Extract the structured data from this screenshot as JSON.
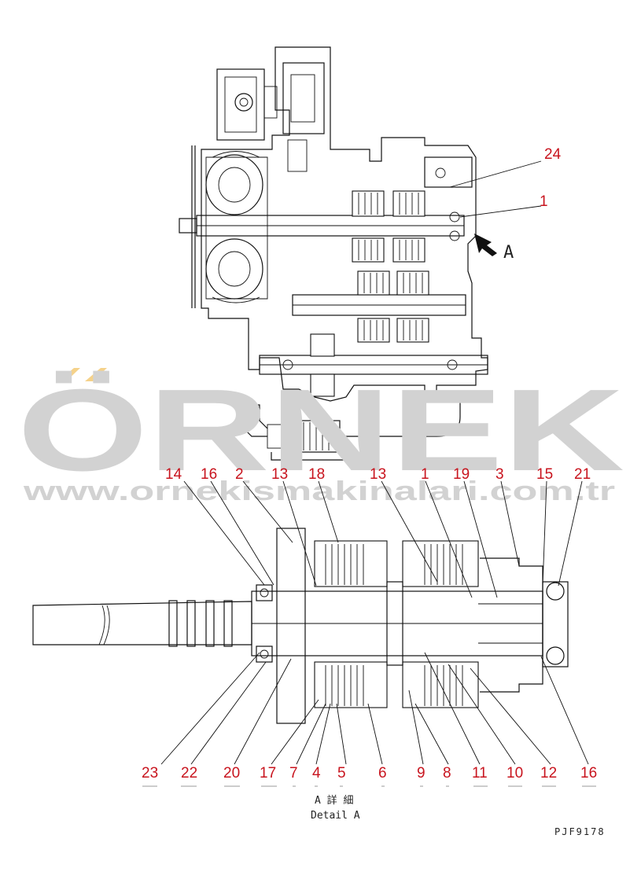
{
  "watermark": {
    "brand": "ÖRNEK",
    "url": "www.ornekismakinalari.com.tr",
    "color": "#d4d4d4",
    "accent": "#f5d28a"
  },
  "top_view": {
    "view_marker": "A",
    "callouts": [
      "24",
      "1"
    ]
  },
  "detail_a": {
    "top_callouts": [
      "14",
      "16",
      "2",
      "13",
      "18",
      "13",
      "1",
      "19",
      "3",
      "15",
      "21"
    ],
    "bottom_callouts": [
      "23",
      "22",
      "20",
      "17",
      "7",
      "4",
      "5",
      "6",
      "9",
      "8",
      "11",
      "10",
      "12",
      "16"
    ]
  },
  "caption": {
    "japanese": "A 詳 細",
    "english": "Detail A"
  },
  "drawing_code": "PJF9178",
  "label_color": "#c8141e"
}
